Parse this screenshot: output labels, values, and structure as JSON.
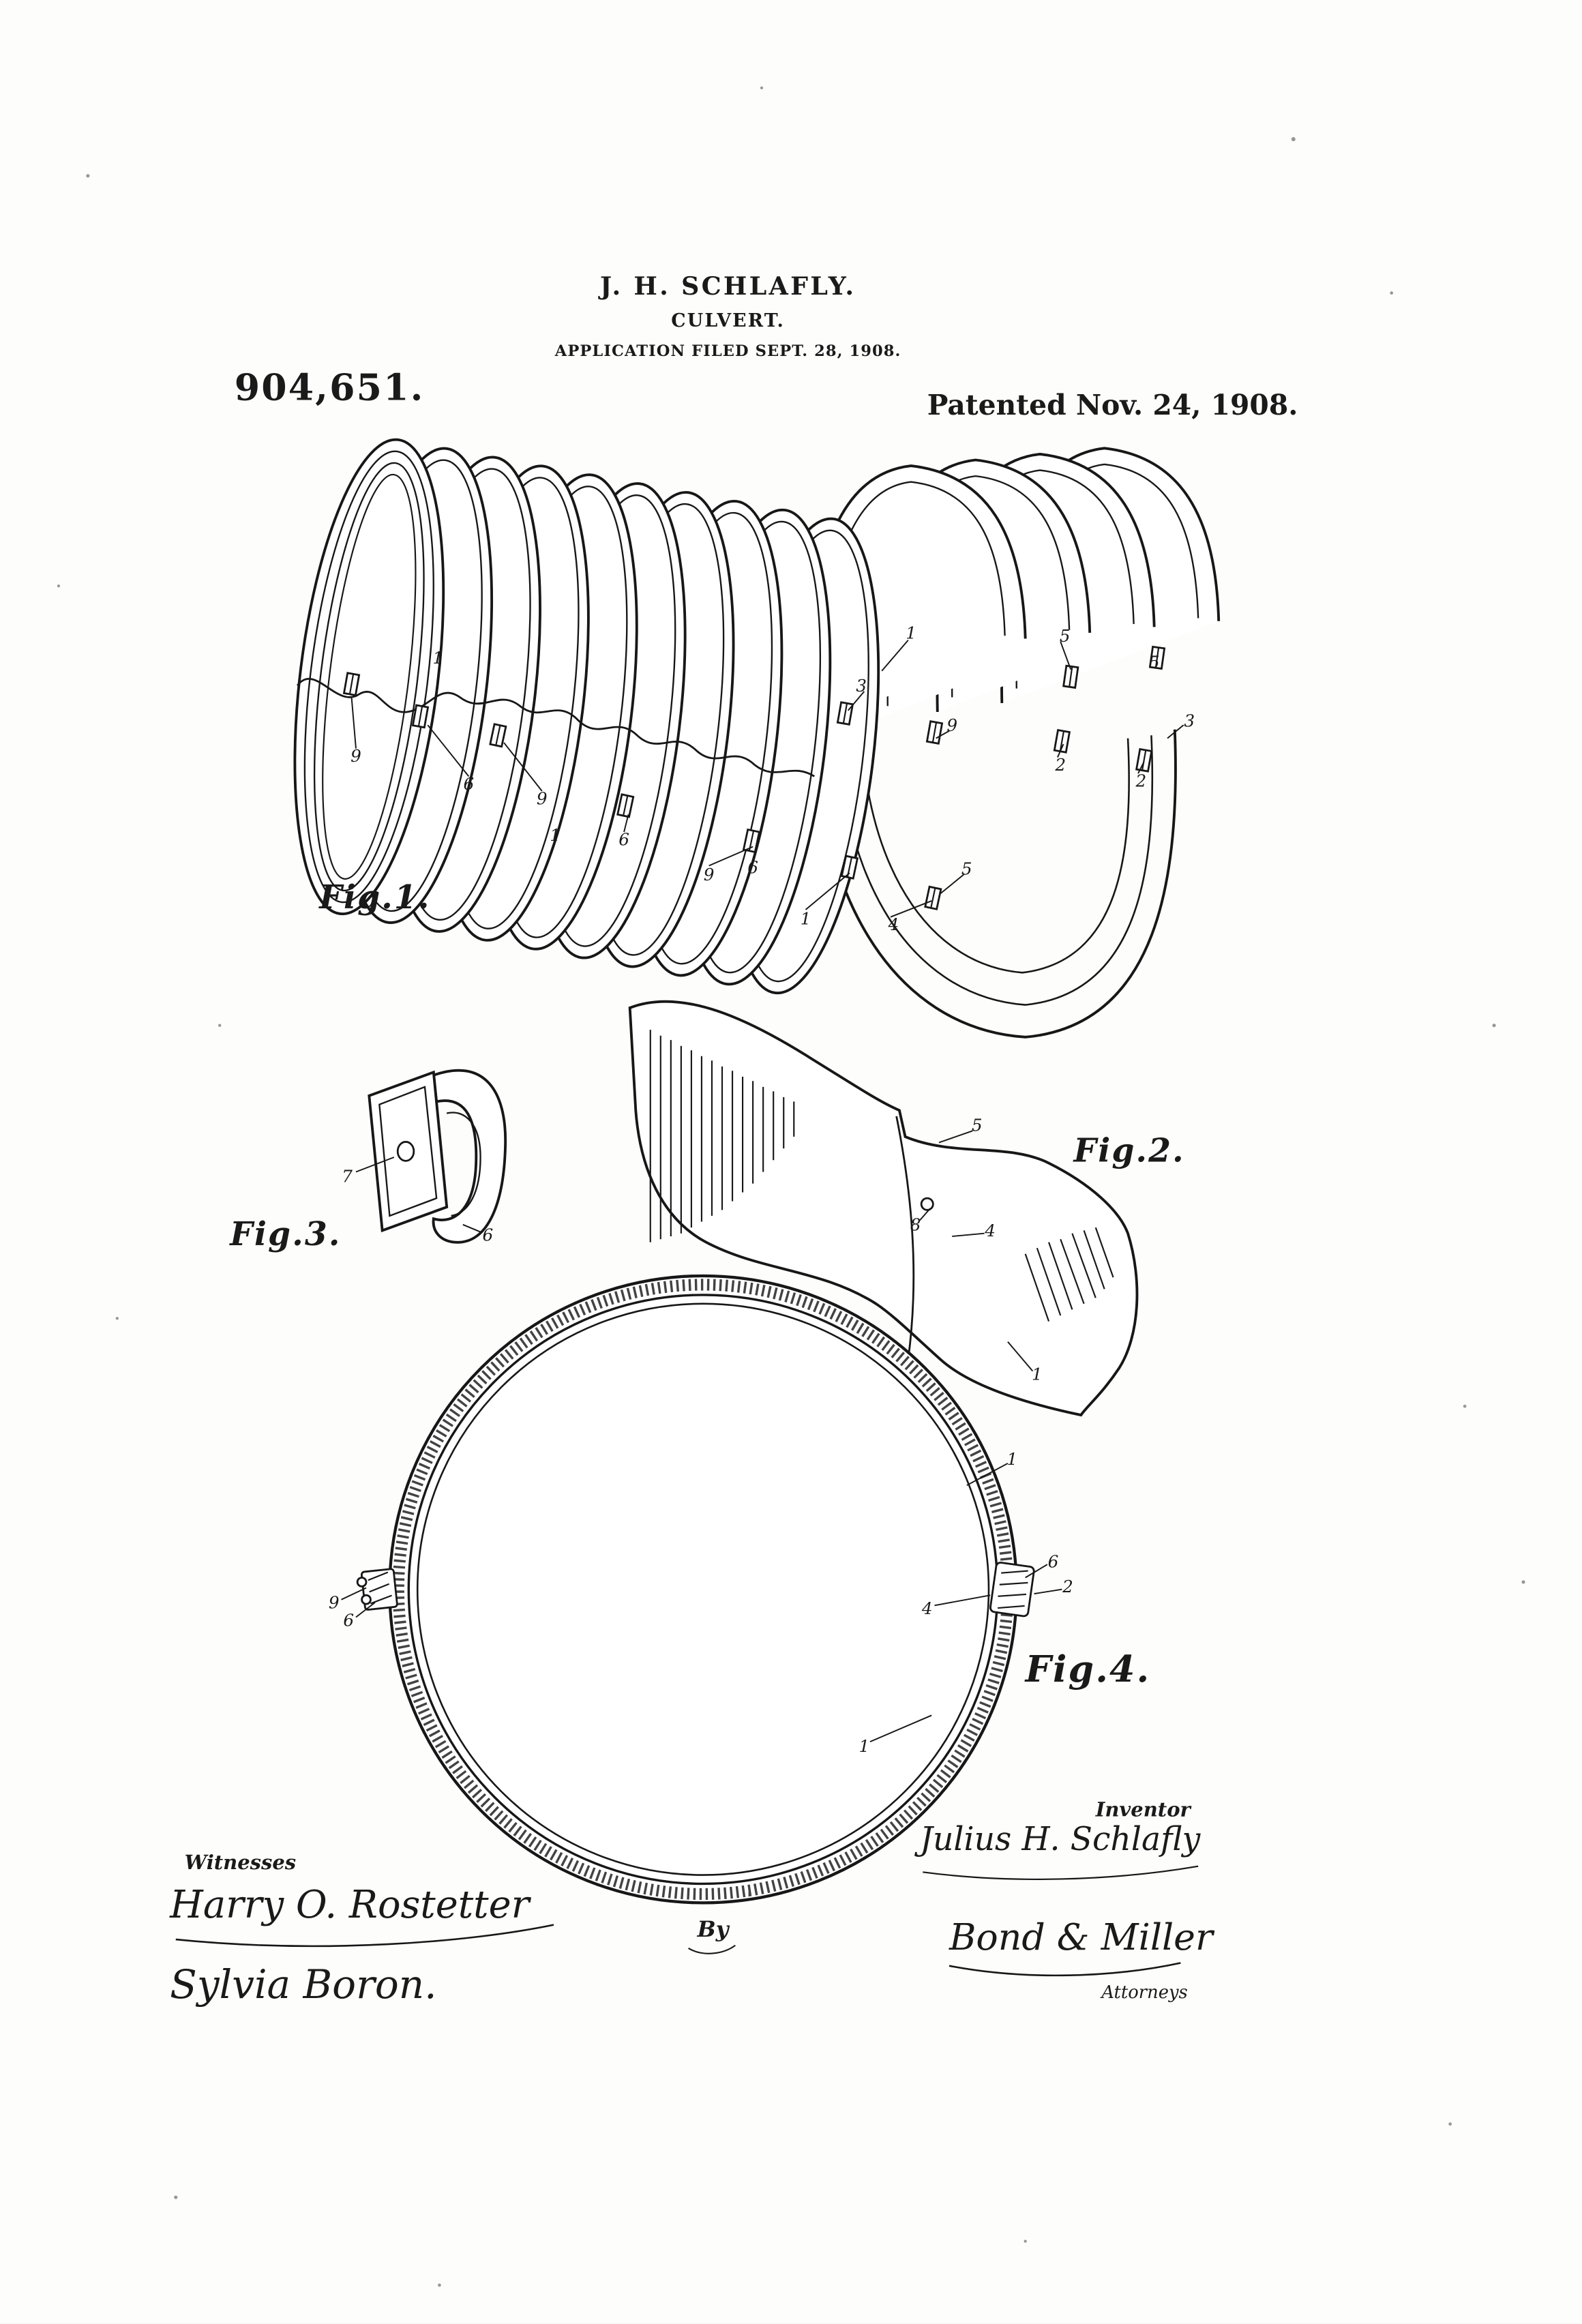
{
  "page": {
    "paper_color": "#fdfdfc",
    "ink_color": "#1a1a1a"
  },
  "header": {
    "inventor_line": "J. H. SCHLAFLY.",
    "title_line": "CULVERT.",
    "application_line": "APPLICATION FILED SEPT. 28, 1908.",
    "patent_number": "904,651.",
    "patent_date": "Patented Nov. 24, 1908."
  },
  "figures": {
    "fig1": {
      "label": "Fig.1.",
      "annotations": [
        "1",
        "9",
        "6",
        "9",
        "1",
        "6",
        "9",
        "6",
        "1",
        "4",
        "5",
        "1",
        "3",
        "9",
        "5",
        "5",
        "2",
        "2",
        "3"
      ]
    },
    "fig2": {
      "label": "Fig.2.",
      "annotations": [
        "5",
        "8",
        "4",
        "1"
      ]
    },
    "fig3": {
      "label": "Fig.3.",
      "annotations": [
        "7",
        "6"
      ]
    },
    "fig4": {
      "label": "Fig.4.",
      "annotations": [
        "1",
        "6",
        "2",
        "4",
        "9",
        "6",
        "1"
      ]
    }
  },
  "footer": {
    "witnesses_label": "Witnesses",
    "witness_signatures": [
      "Harry O. Rostetter",
      "Sylvia Boron."
    ],
    "by_label": "By",
    "inventor_label": "Inventor",
    "inventor_signature": "Julius H. Schlafly",
    "attorney_signature": "Bond & Miller",
    "attorneys_label": "Attorneys"
  }
}
